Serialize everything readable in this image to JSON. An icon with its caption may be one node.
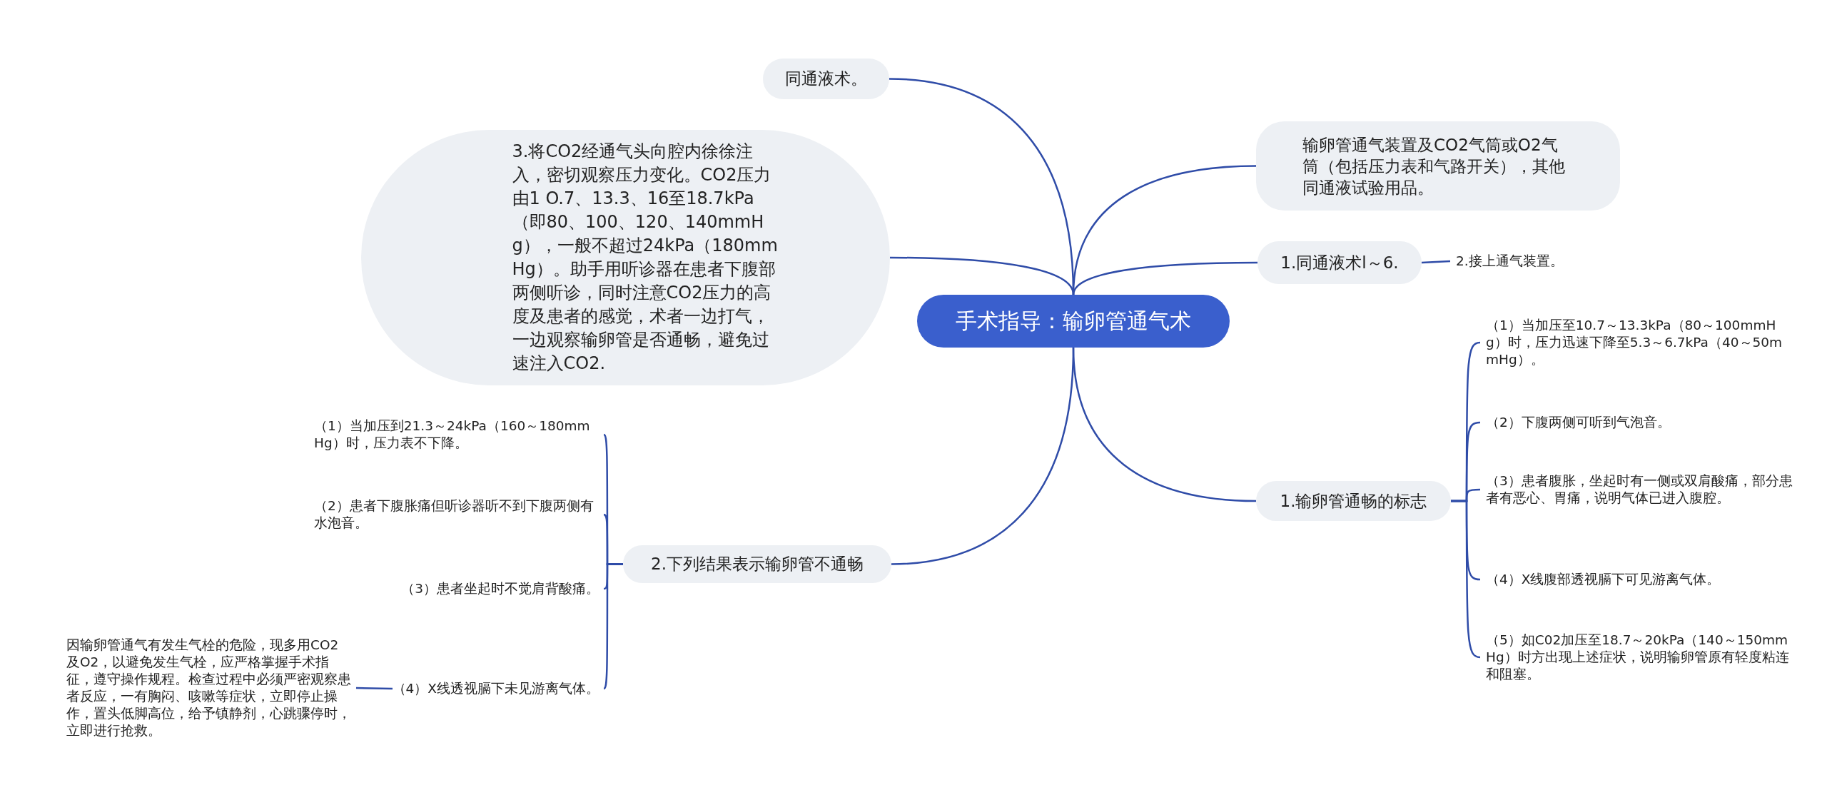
{
  "diagram": {
    "nodes": [
      {
        "text": [
          "手术指导：输卵管通气术"
        ]
      },
      {
        "text": [
          "同通液术。"
        ]
      },
      {
        "text": [
          "3.将CO2经通气头向腔内徐徐注入，密切观察压力变化。CO2压力由1 O.7、13.3、16至18.7kPa（即80、100、120、140mmHg），一般不超过24kPa（180mmHg）。助手用听诊器在患者下腹部两侧听诊，同时注意CO2压力的高度及患者的感觉，术者一边打气，一边观察输卵管是否通畅，避免过速注入CO2."
        ]
      },
      {
        "text": [
          "输卵管通气装置及CO2气筒或O2气筒（包括压力表和气路开关），其他同通液试验用品。"
        ]
      },
      {
        "text": [
          "1.同通液术l～6."
        ]
      },
      {
        "text": [
          "2.接上通气装置。"
        ]
      },
      {
        "text": [
          "1.输卵管通畅的标志"
        ]
      },
      {
        "text": [
          "（1）当加压至10.7～13.3kPa（80～100mmHg）时，压力迅速下降至5.3～6.7kPa（40～50mmHg）。"
        ]
      },
      {
        "text": [
          "（2）下腹两侧可听到气泡音。"
        ]
      },
      {
        "text": [
          "（3）患者腹胀，坐起时有一侧或双肩酸痛，部分患者有恶心、胃痛，说明气体已进入腹腔。"
        ]
      },
      {
        "text": [
          "（4）X线腹部透视膈下可见游离气体。"
        ]
      },
      {
        "text": [
          "（5）如C02加压至18.7～20kPa（140～150mmHg）时方出现上述症状，说明输卵管原有轻度粘连和阻塞。"
        ]
      },
      {
        "text": [
          "2.下列结果表示输卵管不通畅"
        ]
      },
      {
        "text": [
          "（1）当加压到21.3～24kPa（160～180mmHg）时，压力表不下降。"
        ]
      },
      {
        "text": [
          "（2）患者下腹胀痛但听诊器听不到下腹两侧有水泡音。"
        ]
      },
      {
        "text": [
          "（3）患者坐起时不觉肩背酸痛。"
        ]
      },
      {
        "text": [
          "（4）X线透视膈下未见游离气体。"
        ]
      },
      {
        "text": [
          "因输卵管通气有发生气栓的危险，现多用CO2及O2，以避免发生气栓，应严格掌握手术指征，遵守操作规程。检查过程中必须严密观察患者反应，一有胸闷、咳嗽等症状，立即停止操作，置头低脚高位，给予镇静剂，心跳骤停时，立即进行抢救。"
        ]
      }
    ],
    "edges": [
      {
        "from": 0,
        "to": 1,
        "arrow": "none"
      },
      {
        "from": 0,
        "to": 2,
        "arrow": "none"
      },
      {
        "from": 0,
        "to": 3,
        "arrow": "none"
      },
      {
        "from": 0,
        "to": 4,
        "arrow": "none"
      },
      {
        "from": 4,
        "to": 5,
        "arrow": "none"
      },
      {
        "from": 0,
        "to": 6,
        "arrow": "none"
      },
      {
        "from": 6,
        "to": 7,
        "arrow": "none"
      },
      {
        "from": 6,
        "to": 8,
        "arrow": "none"
      },
      {
        "from": 6,
        "to": 9,
        "arrow": "none"
      },
      {
        "from": 6,
        "to": 10,
        "arrow": "none"
      },
      {
        "from": 6,
        "to": 11,
        "arrow": "none"
      },
      {
        "from": 0,
        "to": 12,
        "arrow": "none"
      },
      {
        "from": 12,
        "to": 13,
        "arrow": "none"
      },
      {
        "from": 12,
        "to": 14,
        "arrow": "none"
      },
      {
        "from": 12,
        "to": 15,
        "arrow": "none"
      },
      {
        "from": 12,
        "to": 16,
        "arrow": "none"
      },
      {
        "from": 16,
        "to": 17,
        "arrow": "none"
      }
    ]
  }
}
